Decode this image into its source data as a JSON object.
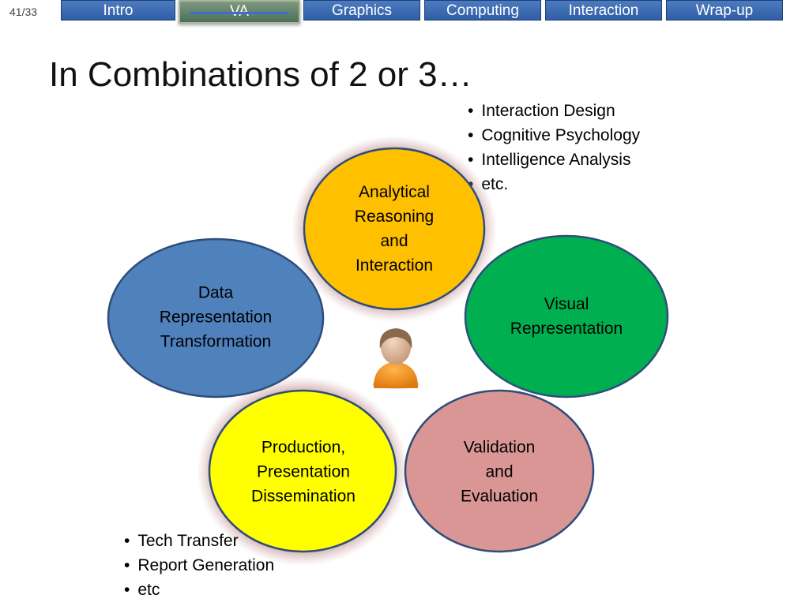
{
  "page_number": "41/33",
  "nav": {
    "tabs": [
      {
        "label": "Intro",
        "active": false
      },
      {
        "label": "VA",
        "active": true
      },
      {
        "label": "Graphics",
        "active": false
      },
      {
        "label": "Computing",
        "active": false
      },
      {
        "label": "Interaction",
        "active": false
      },
      {
        "label": "Wrap-up",
        "active": false
      }
    ]
  },
  "title": "In Combinations of 2 or 3…",
  "top_bullets": [
    "Interaction Design",
    "Cognitive Psychology",
    "Intelligence Analysis",
    "etc."
  ],
  "bottom_bullets": [
    "Tech Transfer",
    "Report Generation",
    "etc"
  ],
  "circles": [
    {
      "id": "analytical",
      "lines": [
        "Analytical",
        "Reasoning",
        "and",
        "Interaction"
      ],
      "fill": "#ffc000",
      "highlighted": true
    },
    {
      "id": "data",
      "lines": [
        "Data",
        "Representation",
        "Transformation"
      ],
      "fill": "#4f81bd",
      "highlighted": false
    },
    {
      "id": "visual",
      "lines": [
        "Visual",
        "Representation"
      ],
      "fill": "#00b050",
      "highlighted": false
    },
    {
      "id": "production",
      "lines": [
        "Production,",
        "Presentation",
        "Dissemination"
      ],
      "fill": "#ffff00",
      "highlighted": true
    },
    {
      "id": "validation",
      "lines": [
        "Validation",
        "and",
        "Evaluation"
      ],
      "fill": "#d99694",
      "highlighted": false
    }
  ],
  "colors": {
    "nav_tab": "#3a67ae",
    "nav_active": "#6b8a70",
    "circle_stroke": "#2e4d7a",
    "highlight_glow": "#b07070"
  },
  "center_icon": "user-person-icon"
}
